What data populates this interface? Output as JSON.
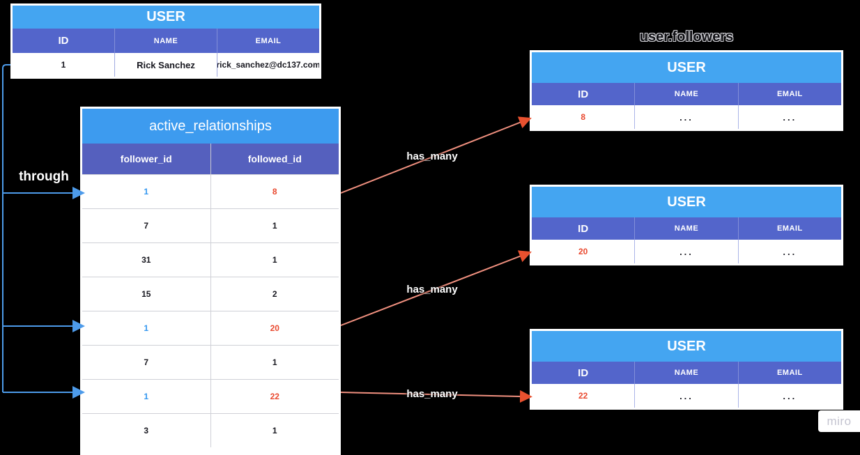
{
  "page": {
    "background": "#000000",
    "watermark": "miro"
  },
  "labels": {
    "through": "through",
    "has_many": "has_many",
    "followers_caption": "user.followers"
  },
  "user_table": {
    "title": "USER",
    "columns": [
      "ID",
      "NAME",
      "EMAIL"
    ],
    "row": {
      "id": "1",
      "name": "Rick Sanchez",
      "email": "rick_sanchez@dc137.com"
    }
  },
  "relationships_table": {
    "title": "active_relationships",
    "columns": [
      "follower_id",
      "followed_id"
    ],
    "rows": [
      {
        "follower_id": "1",
        "followed_id": "8",
        "highlighted": true
      },
      {
        "follower_id": "7",
        "followed_id": "1",
        "highlighted": false
      },
      {
        "follower_id": "31",
        "followed_id": "1",
        "highlighted": false
      },
      {
        "follower_id": "15",
        "followed_id": "2",
        "highlighted": false
      },
      {
        "follower_id": "1",
        "followed_id": "20",
        "highlighted": true
      },
      {
        "follower_id": "7",
        "followed_id": "1",
        "highlighted": false
      },
      {
        "follower_id": "1",
        "followed_id": "22",
        "highlighted": true
      },
      {
        "follower_id": "3",
        "followed_id": "1",
        "highlighted": false
      }
    ]
  },
  "follower_tables": [
    {
      "title": "USER",
      "columns": [
        "ID",
        "NAME",
        "EMAIL"
      ],
      "row": {
        "id": "8",
        "name": "...",
        "email": "..."
      }
    },
    {
      "title": "USER",
      "columns": [
        "ID",
        "NAME",
        "EMAIL"
      ],
      "row": {
        "id": "20",
        "name": "...",
        "email": "..."
      }
    },
    {
      "title": "USER",
      "columns": [
        "ID",
        "NAME",
        "EMAIL"
      ],
      "row": {
        "id": "22",
        "name": "...",
        "email": "..."
      }
    }
  ],
  "colors": {
    "table_title_bg": "#44A5F1",
    "rel_title_bg": "#3D9BEF",
    "column_header_bg": "#5365CB",
    "rel_column_header_bg": "#5560BE",
    "highlight_follower": "#3397F0",
    "highlight_followed": "#E9492F",
    "connector_through": "#4D9BEA",
    "connector_has_many": "#F0907F",
    "arrowhead_has_many": "#E8512F"
  }
}
